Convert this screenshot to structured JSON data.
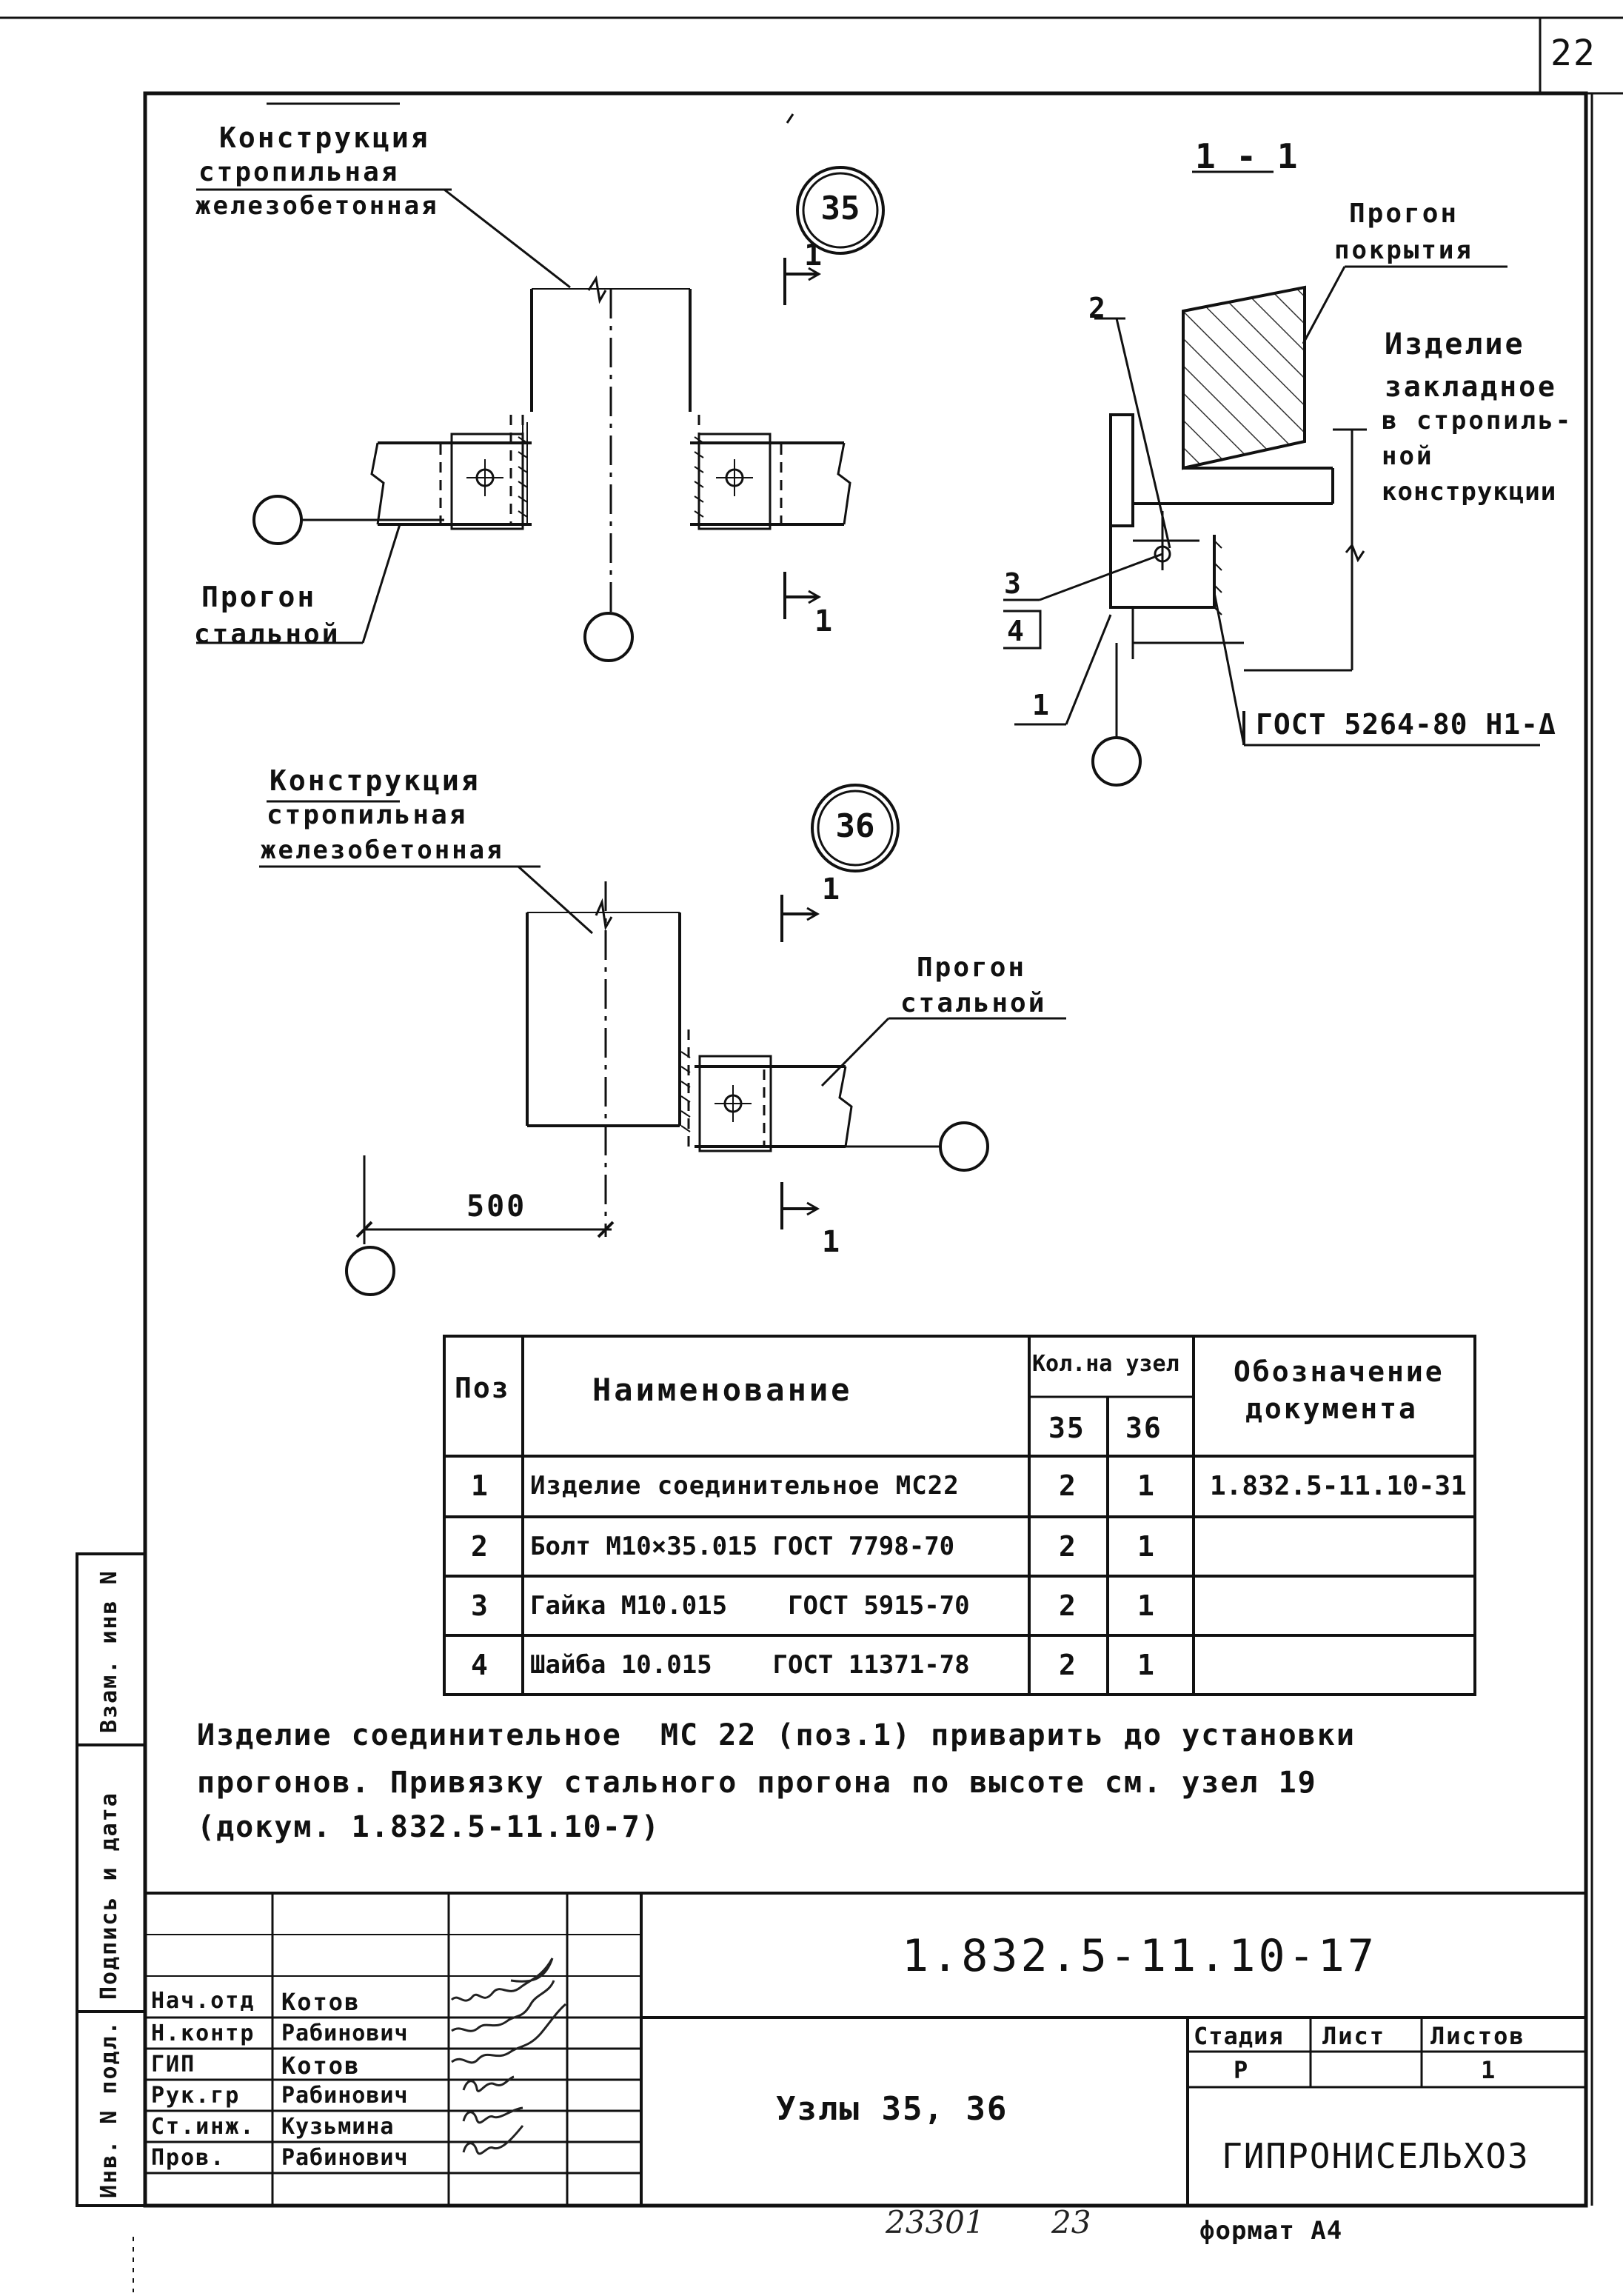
{
  "sheet_number": "22",
  "node35": {
    "circle_label": "35",
    "structure_label": [
      "Конструкция",
      "стропильная",
      "железобетонная"
    ],
    "purlin_label": [
      "Прогон",
      "стальной"
    ],
    "section_marks": [
      "1",
      "1"
    ]
  },
  "section11": {
    "title": "1 - 1",
    "purlin_label": [
      "Прогон",
      "покрытия"
    ],
    "embedded_label": [
      "Изделие",
      "закладное",
      "в стропиль-",
      "ной",
      "конструкции"
    ],
    "pos_labels": [
      "2",
      "3",
      "4",
      "1"
    ],
    "weld_note": "ГОСТ 5264-80 Н1-Δ"
  },
  "node36": {
    "circle_label": "36",
    "structure_label": [
      "Конструкция",
      "стропильная",
      "железобетонная"
    ],
    "purlin_label": [
      "Прогон",
      "стальной"
    ],
    "dimension": "500",
    "section_marks": [
      "1",
      "1"
    ]
  },
  "spec_table": {
    "headers": {
      "pos": "Поз",
      "name": "Наименование",
      "qty": "Кол.на узел",
      "qty35": "35",
      "qty36": "36",
      "doc": [
        "Обозначение",
        "документа"
      ]
    },
    "rows": [
      {
        "pos": "1",
        "name": "Изделие соединительное МС22",
        "q35": "2",
        "q36": "1",
        "doc": "1.832.5-11.10-31"
      },
      {
        "pos": "2",
        "name": "Болт М10×35.015 ГОСТ 7798-70",
        "q35": "2",
        "q36": "1",
        "doc": ""
      },
      {
        "pos": "3",
        "name": "Гайка М10.015    ГОСТ 5915-70",
        "q35": "2",
        "q36": "1",
        "doc": ""
      },
      {
        "pos": "4",
        "name": "Шайба 10.015    ГОСТ 11371-78",
        "q35": "2",
        "q36": "1",
        "doc": ""
      }
    ]
  },
  "note": [
    "Изделие соединительное  МС 22 (поз.1) приварить до установки",
    "прогонов. Привязку стального прогона по высоте см. узел 19",
    "(докум. 1.832.5-11.10-7)"
  ],
  "title_block": {
    "doc_code": "1.832.5-11.10-17",
    "staff": [
      {
        "role": "Нач.отд",
        "name": "Котов"
      },
      {
        "role": "Н.контр",
        "name": "Рабинович"
      },
      {
        "role": "ГИП",
        "name": "Котов"
      },
      {
        "role": "Рук.гр",
        "name": "Рабинович"
      },
      {
        "role": "Ст.инж.",
        "name": "Кузьмина"
      },
      {
        "role": "Пров.",
        "name": "Рабинович"
      }
    ],
    "drawing_title": "Узлы 35, 36",
    "stage_header": "Стадия",
    "sheet_header": "Лист",
    "sheets_header": "Листов",
    "stage_value": "Р",
    "sheet_value": "",
    "sheets_value": "1",
    "organization": "ГИПРОНИСЕЛЬХОЗ"
  },
  "side_stamp": {
    "swap_inv": "Взам. инв N",
    "sign_date": "Подпись и дата",
    "inv_orig": "Инв. N подл."
  },
  "footer": {
    "archive_no": "23301",
    "page_no": "23",
    "format": "формат А4"
  }
}
